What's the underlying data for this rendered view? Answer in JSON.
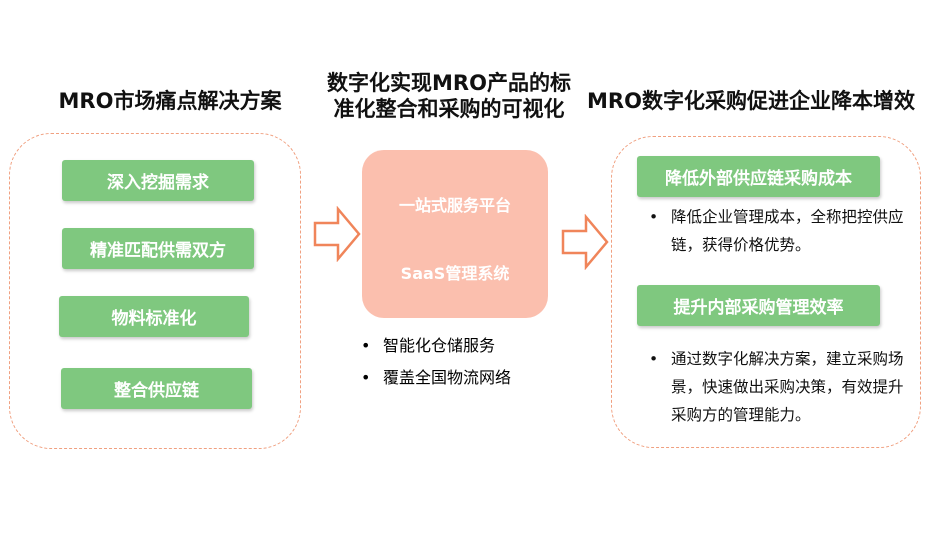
{
  "left_panel": {
    "heading": "MRO市场痛点解决方案",
    "items": [
      "深入挖掘需求",
      "精准匹配供需双方",
      "物料标准化",
      "整合供应链"
    ]
  },
  "middle_panel": {
    "heading": "数字化实现MRO产品的标准化整合和采购的可视化",
    "platform_lines": [
      "一站式服务平台",
      "SaaS管理系统"
    ],
    "bullets": [
      "智能化仓储服务",
      "覆盖全国物流网络"
    ]
  },
  "right_panel": {
    "heading": "MRO数字化采购促进企业降本增效",
    "sections": [
      {
        "title": "降低外部供应链采购成本",
        "description": "降低企业管理成本，全称把控供应链，获得价格优势。"
      },
      {
        "title": "提升内部采购管理效率",
        "description": "通过数字化解决方案，建立采购场景，快速做出采购决策，有效提升采购方的管理能力。"
      }
    ]
  },
  "colors": {
    "green_pill": "#7fc87f",
    "platform_fill": "#fbbfae",
    "dashed_border": "#f0a080",
    "arrow_stroke": "#f0855a"
  },
  "icons": [
    "right-arrow-icon",
    "right-arrow-icon"
  ]
}
